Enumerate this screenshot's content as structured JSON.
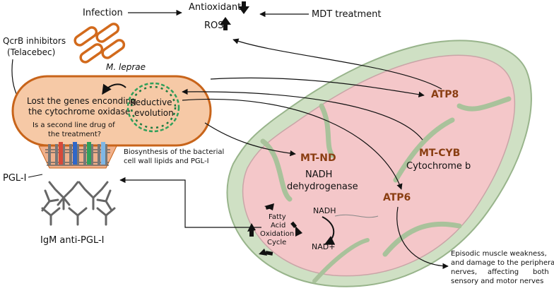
{
  "colors": {
    "bacterium_fill": "#f6c9a6",
    "bacterium_stroke": "#c8641a",
    "bacillus_stroke": "#d26a1c",
    "dna": "#2fa05a",
    "mito_outer": "#cfe0c4",
    "mito_outer_stroke": "#98b48b",
    "mito_inner": "#f4c7c9",
    "label_brown": "#8a3e12"
  },
  "icons": [
    "bacillus-icon",
    "dna-ring-icon",
    "antibody-icon",
    "down-arrow-icon",
    "up-arrow-icon"
  ],
  "top": {
    "infection": "Infection",
    "antioxidant": "Antioxidant",
    "ros": "ROS",
    "mdt": "MDT treatment"
  },
  "bacteria": {
    "species": "M. leprae",
    "qcrb_line1": "QcrB inhibitors",
    "qcrb_line2": "(Telacebec)"
  },
  "bacterium": {
    "lost_line1": "Lost the genes enconding",
    "lost_line2": "the cytochrome oxidase",
    "question_line1": "Is a second line drug of",
    "question_line2": "the treatment?",
    "reductive_line1": "Reductive",
    "reductive_line2": "evolution"
  },
  "membrane": {
    "biosynthesis_line1": "Biosynthesis of the bacterial",
    "biosynthesis_line2": "cell wall lipids and PGL-I",
    "pgl": "PGL-I",
    "igm": "IgM anti-PGL-I"
  },
  "mito": {
    "atp8": "ATP8",
    "mtcyb": "MT-CYB",
    "cytb": "Cytochrome b",
    "mtnd": "MT-ND",
    "nadh_line1": "NADH",
    "nadh_line2": "dehydrogenase",
    "atp6": "ATP6",
    "fa1": "Fatty",
    "fa2": "Acid",
    "fa3": "Oxidation",
    "fa4": "Cycle",
    "nadh": "NADH",
    "nadplus": "NAD+"
  },
  "outcome": {
    "line1": "Episodic muscle weakness,",
    "line2": "and damage to the peripheral",
    "line3_a": "nerves,",
    "line3_b": "affecting",
    "line3_c": "both",
    "line4": "sensory and motor nerves"
  }
}
